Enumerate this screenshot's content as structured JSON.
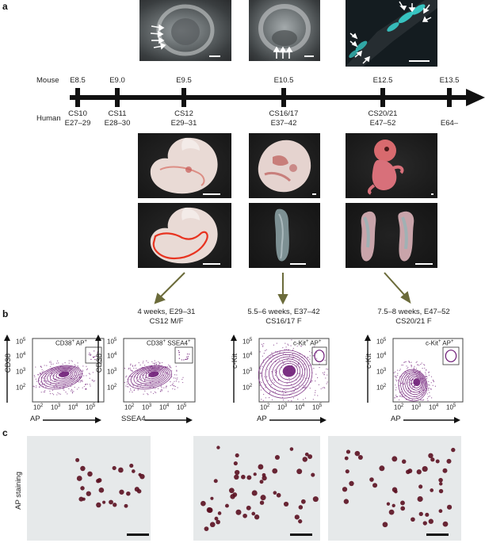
{
  "panel_labels": {
    "a": "a",
    "b": "b",
    "c": "c"
  },
  "timeline": {
    "row_labels": {
      "mouse": "Mouse",
      "human": "Human"
    },
    "mouse_stages": [
      "E8.5",
      "E9.0",
      "E9.5",
      "E10.5",
      "E12.5",
      "E13.5"
    ],
    "human_stages": [
      {
        "cs": "CS10",
        "days": "E27–29"
      },
      {
        "cs": "CS11",
        "days": "E28–30"
      },
      {
        "cs": "CS12",
        "days": "E29–31"
      },
      {
        "cs": "CS16/17",
        "days": "E37–42"
      },
      {
        "cs": "CS20/21",
        "days": "E47–52"
      },
      {
        "cs": "",
        "days": "E64–"
      }
    ]
  },
  "stages": [
    {
      "line1": "4 weeks, E29–31",
      "line2": "CS12 M/F"
    },
    {
      "line1": "5.5–6 weeks, E37–42",
      "line2": "CS16/17 F"
    },
    {
      "line1": "7.5–8 weeks, E47–52",
      "line2": "CS20/21 F"
    }
  ],
  "flow_plots": [
    {
      "gate_parts": [
        "CD38",
        "+",
        " AP",
        "+"
      ],
      "xlabel": "AP",
      "ylabel": "CD38",
      "xticks": [
        "10",
        "10",
        "10",
        "10"
      ],
      "xexp": [
        "2",
        "3",
        "4",
        "5"
      ],
      "yticks": [
        "10",
        "10",
        "10",
        "10"
      ],
      "yexp": [
        "2",
        "3",
        "4",
        "5"
      ]
    },
    {
      "gate_parts": [
        "CD38",
        "+",
        " SSEA4",
        "+"
      ],
      "xlabel": "SSEA4",
      "ylabel": "CD38",
      "xticks": [
        "10",
        "10",
        "10",
        "10"
      ],
      "xexp": [
        "2",
        "3",
        "4",
        "5"
      ],
      "yticks": [
        "10",
        "10",
        "10",
        "10"
      ],
      "yexp": [
        "2",
        "3",
        "4",
        "5"
      ]
    },
    {
      "gate_parts": [
        "c-Kit",
        "+",
        " AP",
        "+"
      ],
      "xlabel": "AP",
      "ylabel": "c-Kit",
      "xticks": [
        "10",
        "10",
        "10",
        "10"
      ],
      "xexp": [
        "2",
        "3",
        "4",
        "5"
      ],
      "yticks": [
        "10",
        "10",
        "10",
        "10"
      ],
      "yexp": [
        "2",
        "3",
        "4",
        "5"
      ]
    },
    {
      "gate_parts": [
        "c-Kit",
        "+",
        " AP",
        "+"
      ],
      "xlabel": "AP",
      "ylabel": "c-Kit",
      "xticks": [
        "10",
        "10",
        "10",
        "10"
      ],
      "xexp": [
        "2",
        "3",
        "4",
        "5"
      ],
      "yticks": [
        "10",
        "10",
        "10",
        "10"
      ],
      "yexp": [
        "2",
        "3",
        "4",
        "5"
      ]
    }
  ],
  "staining": {
    "ylabel": "AP staining"
  },
  "colors": {
    "flow_purple": "#6d1a76",
    "stain_dot": "#5a1020",
    "cyan_cells": "#3ad4d0",
    "outline_red": "#e83320",
    "arrow_olive": "#6b6b3a"
  }
}
